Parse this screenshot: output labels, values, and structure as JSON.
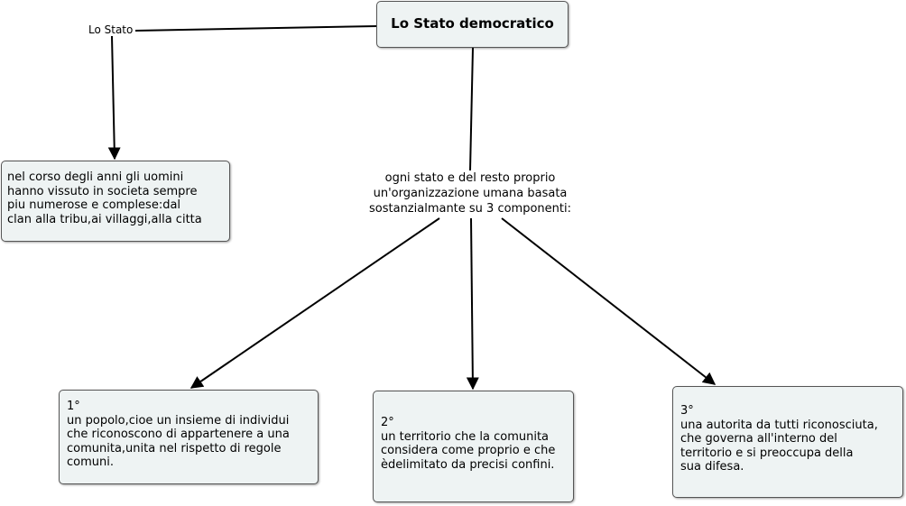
{
  "map": {
    "root": {
      "title": "Lo Stato democratico"
    },
    "link_stato": {
      "label": "Lo Stato"
    },
    "node_stato": {
      "lines": [
        "nel corso degli anni gli uomini",
        "hanno vissuto in societa sempre",
        "piu numerose e complese:dal",
        "clan alla tribu,ai villaggi,alla citta"
      ]
    },
    "link_componenti": {
      "lines": [
        "ogni stato e del resto proprio",
        "un'organizzazione umana basata",
        "sostanzialmante su 3 componenti:"
      ]
    },
    "node_1": {
      "lines": [
        "1°",
        "un popolo,cioe un insieme di individui",
        "che riconoscono di appartenere a una",
        "comunita,unita nel rispetto di regole",
        "comuni."
      ]
    },
    "node_2": {
      "lines": [
        "2°",
        "un territorio che la comunita",
        "considera come proprio e che",
        "èdelimitato da precisi confini."
      ]
    },
    "node_3": {
      "lines": [
        "3°",
        "una autorita da tutti riconosciuta,",
        "che governa all'interno del",
        "territorio e si preoccupa della",
        "sua difesa."
      ]
    }
  }
}
